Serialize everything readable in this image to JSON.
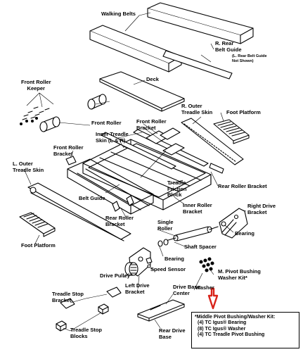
{
  "labels": {
    "walking_belts": "Walking Belts",
    "r_rear_belt_guide": "R. Rear\nBelt Guide",
    "r_rear_note": "(L. Rear Belt Guide\nNot Shown)",
    "deck": "Deck",
    "front_roller_keeper": "Front Roller\nKeeper",
    "front_roller_top": "Front Roller",
    "r_outer_treadle_skin": "R. Outer\nTreadle Skin",
    "foot_platform_right": "Foot Platform",
    "front_roller_bracket_mid": "Front Roller\nBracket",
    "inner_treadle_skin": "Inner Treadle\nSkin (L & R)",
    "front_roller_bracket_left": "Front Roller\nBracket",
    "l_outer_treadle_skin": "L. Outer\nTreadle Skin",
    "treadle_friction_block": "Treadle\nFriction\nBlock",
    "rear_roller_bracket_right": "Rear Roller Bracket",
    "belt_guide": "Belt Guide",
    "inner_roller_bracket": "Inner Roller\nBracket",
    "right_drive_bracket": "Right Drive\nBracket",
    "rear_roller_bracket_left": "Rear Roller\nBracket",
    "single_roller": "Single\nRoller",
    "bearing_right": "Bearing",
    "foot_platform_left": "Foot Platform",
    "shaft_spacer": "Shaft Spacer",
    "bearing_mid": "Bearing",
    "speed_sensor": "Speed Sensor",
    "m_pivot_bushing_kit": "M. Pivot Bushing\nWasher Kit*",
    "drive_pulley": "Drive Pulley",
    "left_drive_bracket": "Left Drive\nBracket",
    "washer": "Washer",
    "drive_base_center": "Drive Base\nCenter",
    "treadle_stop_bracket": "Treadle Stop\nBracket",
    "treadle_stop_blocks": "Treadle Stop\nBlocks",
    "rear_drive_base": "Rear Drive\nBase"
  },
  "kit": {
    "title": "*Middle Pivot Bushing/Washer Kit:",
    "items": [
      "(4) TC Igus® Bearing",
      "(8) TC Igus® Washer",
      "(4) TC Treadle Pivot Bushing"
    ]
  },
  "colors": {
    "ink": "#000000",
    "arrow": "#d9241b",
    "paper": "#ffffff"
  }
}
